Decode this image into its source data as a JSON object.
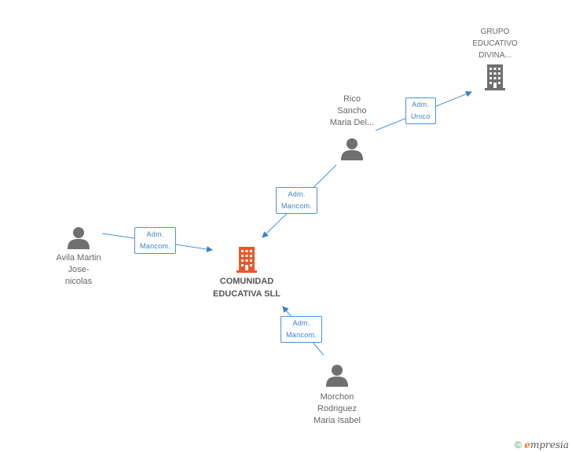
{
  "nodes": {
    "grupo": {
      "label": "GRUPO\nEDUCATIVO\nDIVINA..."
    },
    "rico": {
      "label": "Rico\nSancho\nMaria Del..."
    },
    "avila": {
      "label": "Avila Martin\nJose-\nnicolas"
    },
    "comunidad": {
      "label": "COMUNIDAD\nEDUCATIVA SLL"
    },
    "morchon": {
      "label": "Morchon\nRodriguez\nMaria Isabel"
    }
  },
  "edges": {
    "rico_grupo": {
      "label": "Adm.\nUnico"
    },
    "rico_comunidad": {
      "label": "Adm.\nMancom."
    },
    "avila_comunidad": {
      "label": "Adm.\nMancom."
    },
    "morchon_comunidad": {
      "label": "Adm.\nMancom."
    }
  },
  "colors": {
    "company_main": "#e8572a",
    "company_other": "#6f6f6f",
    "person": "#6f6f6f",
    "edge": "#4a90d9"
  },
  "footer": {
    "copyright_symbol": "©",
    "brand_e": "e",
    "brand_rest": "mpresia"
  }
}
